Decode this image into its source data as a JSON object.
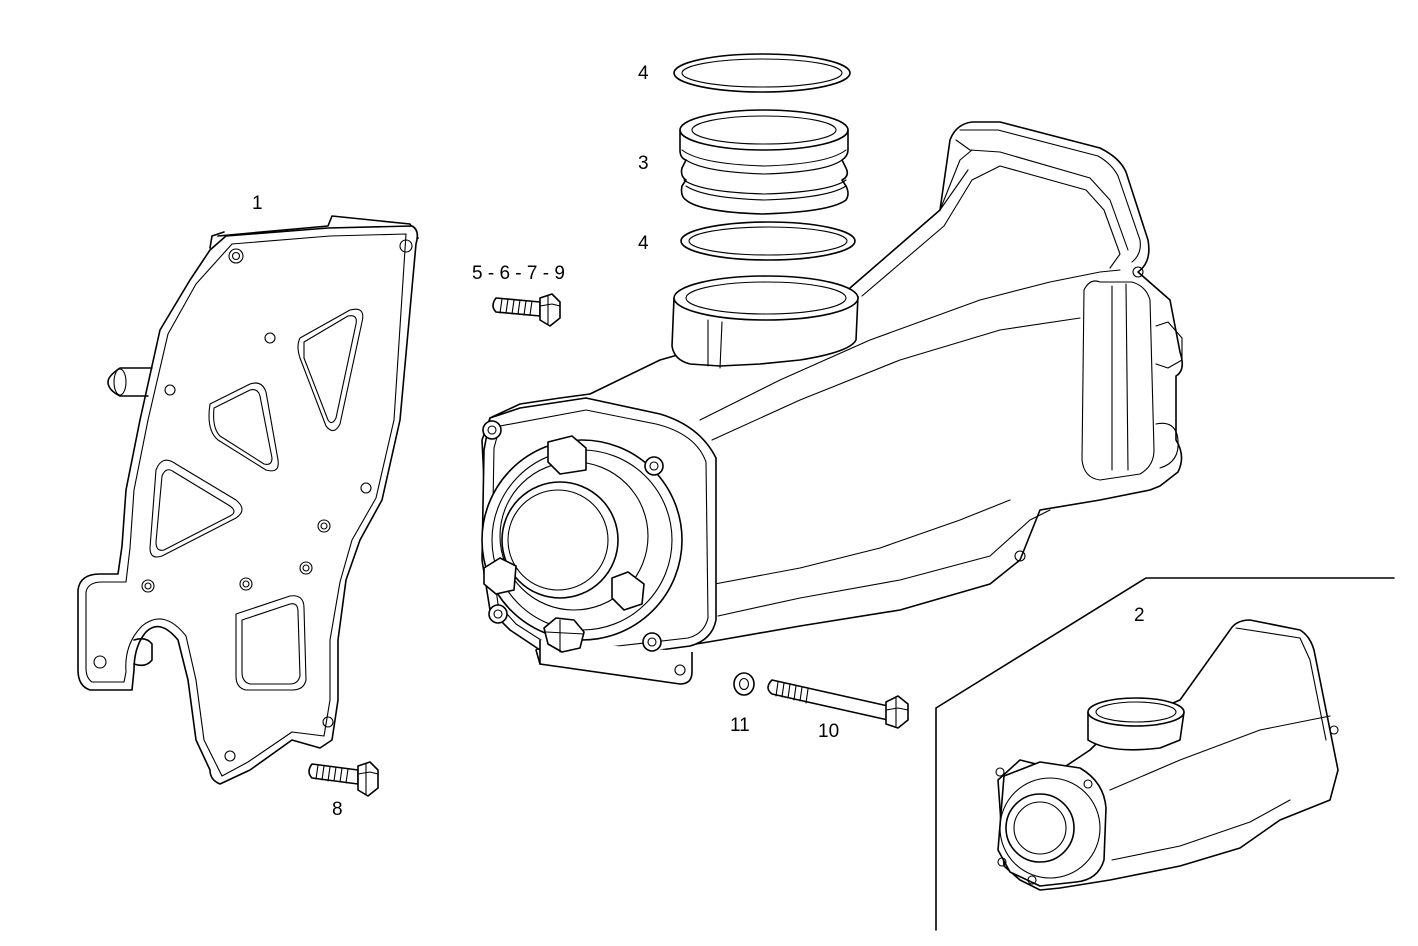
{
  "callouts": {
    "c1": "1",
    "c2": "2",
    "c3": "3",
    "c4_top": "4",
    "c4_bottom": "4",
    "c5679": "5 - 6 - 7 - 9",
    "c8": "8",
    "c10": "10",
    "c11": "11"
  }
}
